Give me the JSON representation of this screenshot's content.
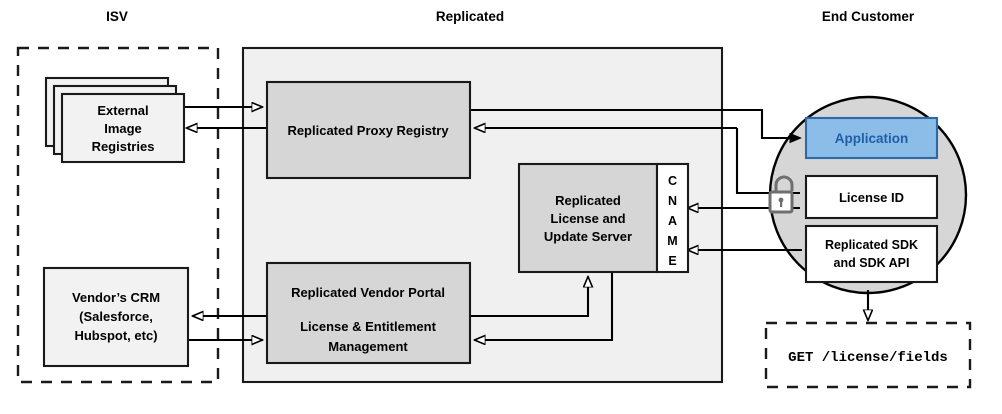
{
  "zones": {
    "isv": {
      "title": "ISV"
    },
    "replicated": {
      "title": "Replicated"
    },
    "end_customer": {
      "title": "End Customer"
    }
  },
  "nodes": {
    "external_registries": {
      "line1": "External",
      "line2": "Image",
      "line3": "Registries"
    },
    "vendor_crm": {
      "line1": "Vendor’s CRM",
      "line2": "(Salesforce,",
      "line3": "Hubspot, etc)"
    },
    "proxy_registry": {
      "label": "Replicated Proxy Registry"
    },
    "license_update_server": {
      "line1": "Replicated",
      "line2": "License and",
      "line3": "Update Server"
    },
    "cname": {
      "label": "CNAME",
      "letters": [
        "C",
        "N",
        "A",
        "M",
        "E"
      ]
    },
    "vendor_portal": {
      "line1": "Replicated Vendor Portal",
      "line2": "License & Entitlement",
      "line3": "Management"
    },
    "application": {
      "label": "Application"
    },
    "license_id": {
      "label": "License ID"
    },
    "replicated_sdk": {
      "line1": "Replicated SDK",
      "line2": "and SDK API"
    },
    "api_request": {
      "label": "GET /license/fields"
    },
    "lock": {
      "name": "unlocked-padlock"
    }
  },
  "colors": {
    "panel_background": "#f0f0f0",
    "node_gray": "#d6d6d6",
    "node_light": "#f2f2f2",
    "application_fill": "#8cbde8",
    "application_text": "#1f5fa9",
    "application_border": "#2a6aa8",
    "edge": "#000000",
    "lock": "#6e6e6e"
  }
}
